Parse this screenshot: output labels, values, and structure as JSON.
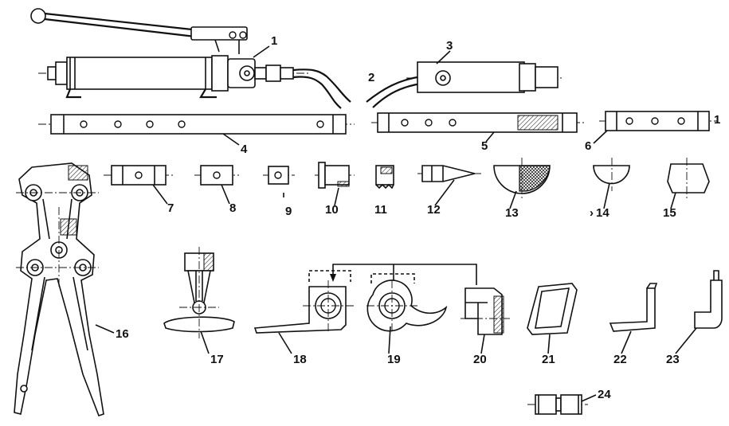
{
  "figure": {
    "labels": [
      "1",
      "2",
      "3",
      "4",
      "5",
      "6",
      "7",
      "8",
      "9",
      "10",
      "11",
      "12",
      "13",
      "14",
      "15",
      "16",
      "17",
      "18",
      "19",
      "20",
      "21",
      "22",
      "23",
      "24"
    ],
    "extra_marks": [
      "1",
      "›"
    ]
  }
}
